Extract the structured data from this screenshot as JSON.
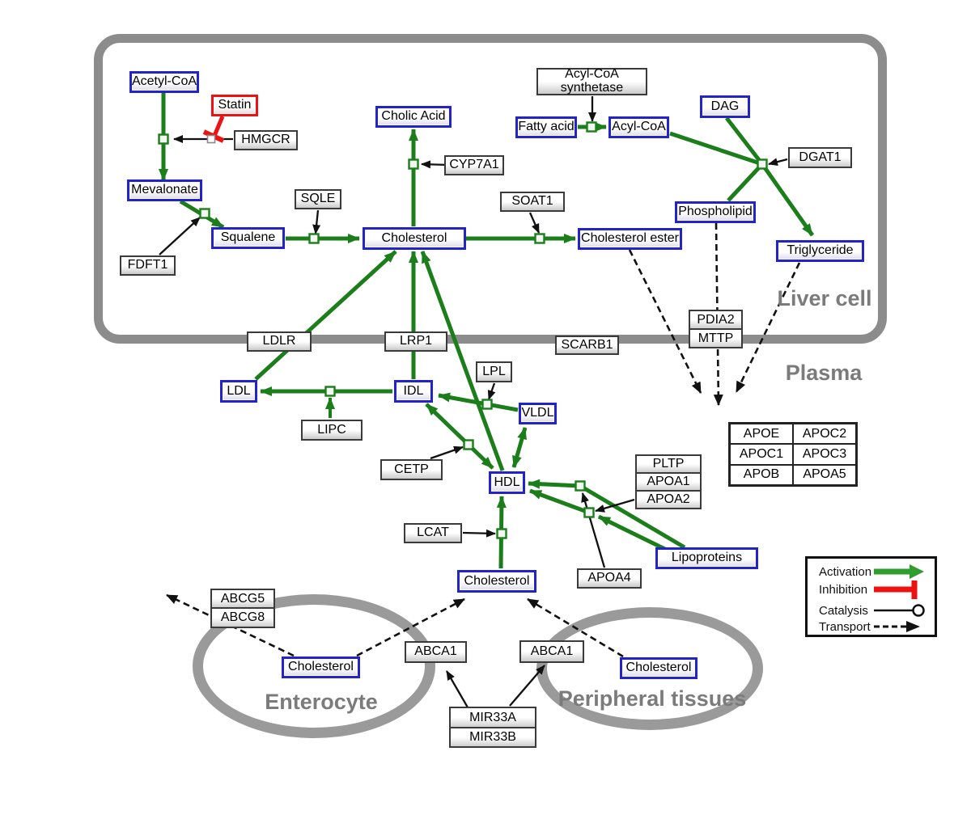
{
  "diagram": {
    "compartments": {
      "liver": "Liver cell",
      "plasma": "Plasma",
      "enterocyte": "Enterocyte",
      "peripheral": "Peripheral tissues"
    },
    "nodes": {
      "acetyl_coa": "Acetyl-CoA",
      "statin": "Statin",
      "hmgcr": "HMGCR",
      "mevalonate": "Mevalonate",
      "fdft1": "FDFT1",
      "squalene": "Squalene",
      "sqle": "SQLE",
      "cholic_acid": "Cholic Acid",
      "cyp7a1": "CYP7A1",
      "cholesterol_liver": "Cholesterol",
      "soat1": "SOAT1",
      "cholesterol_ester": "Cholesterol ester",
      "acyl_coa_synthetase": "Acyl-CoA synthetase",
      "fatty_acid": "Fatty acid",
      "acyl_coa": "Acyl-CoA",
      "dag": "DAG",
      "dgat1": "DGAT1",
      "phospholipid": "Phospholipid",
      "triglyceride": "Triglyceride",
      "pdia2": "PDIA2",
      "mttp": "MTTP",
      "ldlr": "LDLR",
      "lrp1": "LRP1",
      "scarb1": "SCARB1",
      "ldl": "LDL",
      "idl": "IDL",
      "lipc": "LIPC",
      "lpl": "LPL",
      "vldl": "VLDL",
      "cetp": "CETP",
      "hdl": "HDL",
      "pltp": "PLTP",
      "apoa1": "APOA1",
      "apoa2": "APOA2",
      "apoa4": "APOA4",
      "lipoproteins": "Lipoproteins",
      "apoe": "APOE",
      "apoc2": "APOC2",
      "apoc1": "APOC1",
      "apoc3": "APOC3",
      "apob": "APOB",
      "apoa5": "APOA5",
      "lcat": "LCAT",
      "cholesterol_plasma": "Cholesterol",
      "abcg5": "ABCG5",
      "abcg8": "ABCG8",
      "cholesterol_enterocyte": "Cholesterol",
      "abca1_left": "ABCA1",
      "abca1_right": "ABCA1",
      "cholesterol_peripheral": "Cholesterol",
      "mir33a": "MIR33A",
      "mir33b": "MIR33B"
    },
    "legend": {
      "activation": "Activation",
      "inhibition": "Inhibition",
      "catalysis": "Catalysis",
      "transport": "Transport"
    },
    "colors": {
      "activation": "#1b7e1b",
      "inhibition": "#ee1111",
      "metabolite_border": "#2323cc",
      "membrane": "#8c8c8c"
    }
  }
}
